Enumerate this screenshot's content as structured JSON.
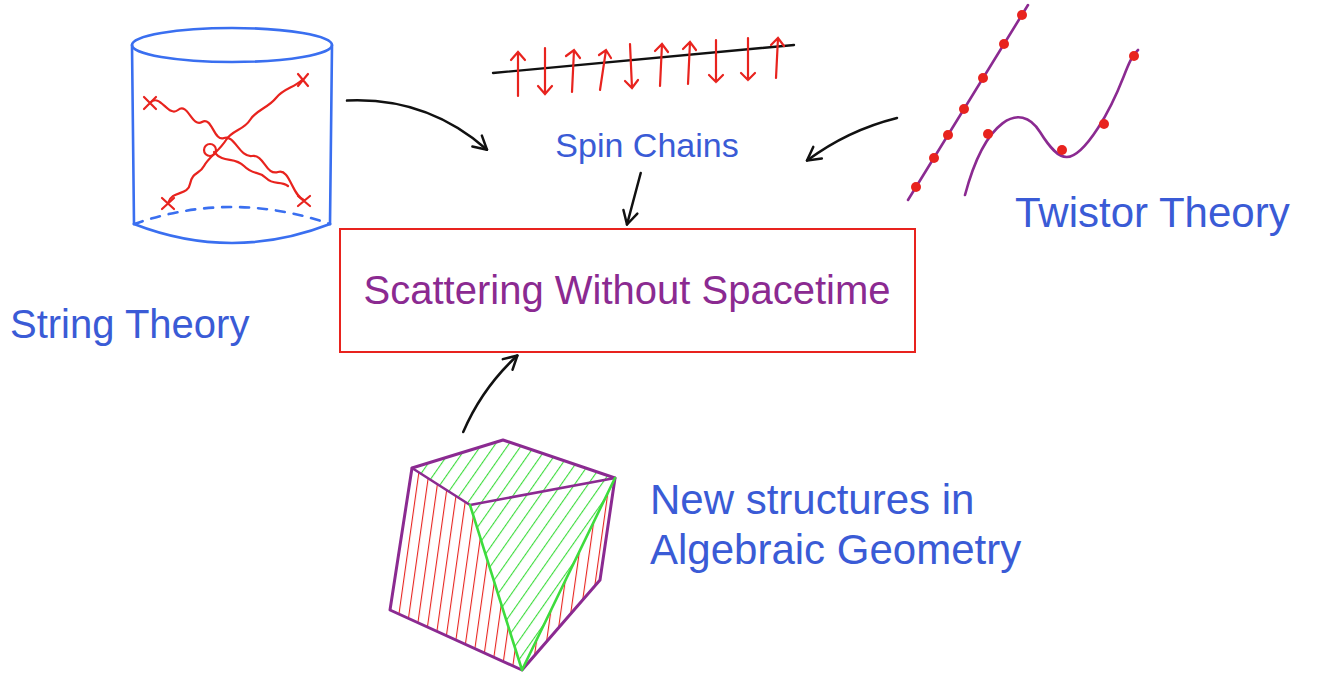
{
  "diagram": {
    "nodes": [
      {
        "text": [
          "String Theory"
        ]
      },
      {
        "text": [
          "Spin Chains"
        ]
      },
      {
        "text": [
          "Twistor Theory"
        ]
      },
      {
        "text": [
          "Scattering Without Spacetime"
        ]
      },
      {
        "text": [
          "New structures in Algebraic Geometry"
        ]
      }
    ],
    "edges": [
      {
        "from": 0,
        "to": 1,
        "arrow": "to"
      },
      {
        "from": 2,
        "to": 1,
        "arrow": "to"
      },
      {
        "from": 1,
        "to": 3,
        "arrow": "to"
      },
      {
        "from": 4,
        "to": 3,
        "arrow": "to"
      }
    ]
  }
}
